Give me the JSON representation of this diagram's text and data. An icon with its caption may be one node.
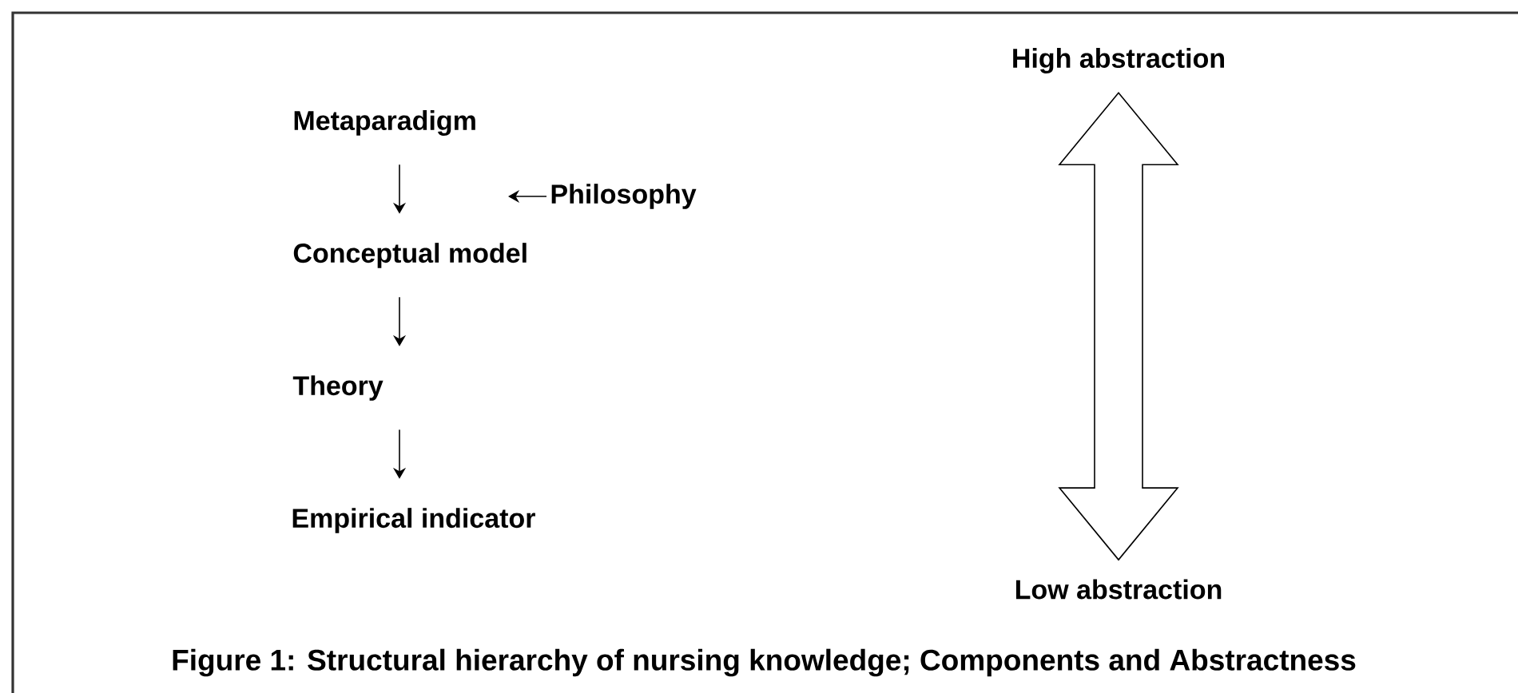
{
  "diagram": {
    "caption": "Figure 1: Structural hierarchy of nursing knowledge; Components and Abstractness",
    "nodes": [
      {
        "text": [
          "Metaparadigm"
        ]
      },
      {
        "text": [
          "Philosophy"
        ]
      },
      {
        "text": [
          "Conceptual model"
        ]
      },
      {
        "text": [
          "Theory"
        ]
      },
      {
        "text": [
          "Empirical indicator"
        ]
      },
      {
        "text": [
          "High abstraction"
        ]
      },
      {
        "text": [
          "Low abstraction"
        ]
      }
    ],
    "edges": [
      {
        "from": 0,
        "to": 2,
        "arrow": "to"
      },
      {
        "from": 1,
        "to": null,
        "arrow": "to"
      },
      {
        "from": 2,
        "to": 3,
        "arrow": "to"
      },
      {
        "from": 3,
        "to": 4,
        "arrow": "to"
      },
      {
        "from": 5,
        "to": 6,
        "arrow": "both",
        "style": "thick"
      }
    ]
  }
}
